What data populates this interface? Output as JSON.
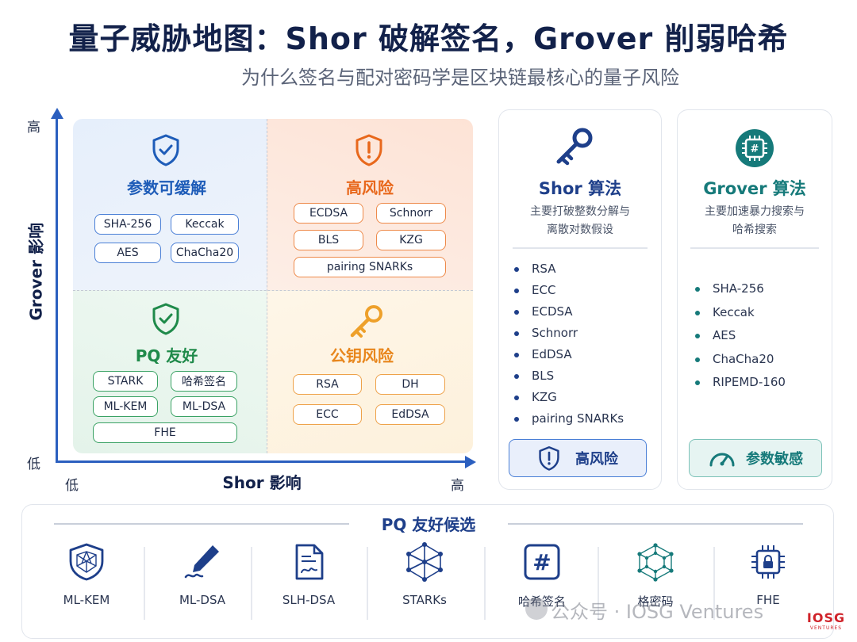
{
  "title": "量子威胁地图：Shor 破解签名，Grover 削弱哈希",
  "subtitle": "为什么签名与配对密码学是区块链最核心的量子风险",
  "axes": {
    "y_title": "Grover 影响",
    "x_title": "Shor 影响",
    "y_high": "高",
    "y_low": "低",
    "x_low": "低",
    "x_high": "高"
  },
  "quadrants": {
    "tl": {
      "title": "参数可缓解",
      "icon": "shield-check-icon",
      "color": "#1e5cb8",
      "items": [
        "SHA-256",
        "Keccak",
        "AES",
        "ChaCha20"
      ]
    },
    "tr": {
      "title": "高风险",
      "icon": "shield-alert-icon",
      "color": "#e8681c",
      "items": [
        "ECDSA",
        "Schnorr",
        "BLS",
        "KZG",
        "pairing SNARKs"
      ]
    },
    "bl": {
      "title": "PQ 友好",
      "icon": "shield-check-icon",
      "color": "#1f8a4a",
      "items": [
        "STARK",
        "哈希签名",
        "ML-KEM",
        "ML-DSA",
        "FHE"
      ]
    },
    "br": {
      "title": "公钥风险",
      "icon": "key-icon",
      "color": "#e8861c",
      "items": [
        "RSA",
        "DH",
        "ECC",
        "EdDSA"
      ]
    }
  },
  "shor_card": {
    "title": "Shor 算法",
    "desc_line1": "主要打破整数分解与",
    "desc_line2": "离散对数假设",
    "items": [
      "RSA",
      "ECC",
      "ECDSA",
      "Schnorr",
      "EdDSA",
      "BLS",
      "KZG",
      "pairing SNARKs"
    ],
    "badge": "高风险",
    "color": "#1e3f8a"
  },
  "grover_card": {
    "title": "Grover 算法",
    "desc_line1": "主要加速暴力搜索与",
    "desc_line2": "哈希搜索",
    "items": [
      "SHA-256",
      "Keccak",
      "AES",
      "ChaCha20",
      "RIPEMD-160"
    ],
    "badge": "参数敏感",
    "color": "#167a7a"
  },
  "candidates": {
    "title": "PQ 友好候选",
    "items": [
      {
        "label": "ML-KEM",
        "icon": "lattice-shield-icon"
      },
      {
        "label": "ML-DSA",
        "icon": "pen-signature-icon"
      },
      {
        "label": "SLH-DSA",
        "icon": "document-signature-icon"
      },
      {
        "label": "STARKs",
        "icon": "network-polyhedron-icon"
      },
      {
        "label": "哈希签名",
        "icon": "hash-icon"
      },
      {
        "label": "格密码",
        "icon": "lattice-cube-icon"
      },
      {
        "label": "FHE",
        "icon": "chip-lock-icon"
      }
    ]
  },
  "watermark": "公众号 · IOSG Ventures",
  "logo": {
    "main": "IOSG",
    "sub": "VENTURES"
  }
}
